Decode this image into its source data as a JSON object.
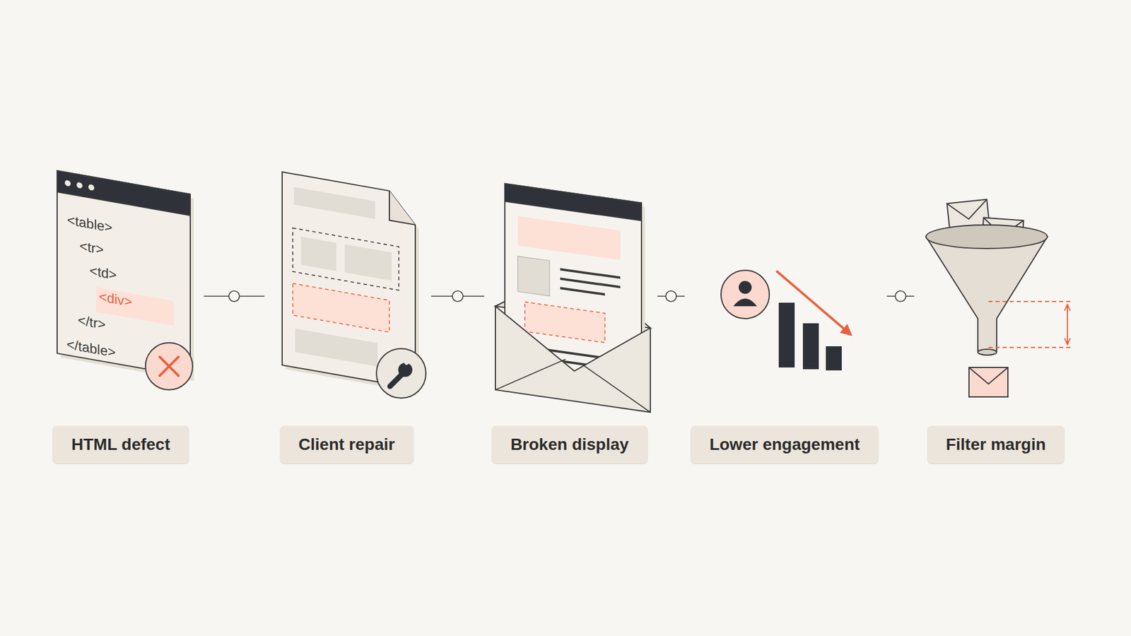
{
  "diagram": {
    "nodes": [
      {
        "text": [
          "HTML defect"
        ]
      },
      {
        "text": [
          "Client repair"
        ]
      },
      {
        "text": [
          "Broken display"
        ]
      },
      {
        "text": [
          "Lower engagement"
        ]
      },
      {
        "text": [
          "Filter margin"
        ]
      }
    ],
    "edges": [
      {
        "from": 0,
        "to": 1,
        "arrow": "none"
      },
      {
        "from": 1,
        "to": 2,
        "arrow": "none"
      },
      {
        "from": 2,
        "to": 3,
        "arrow": "none"
      },
      {
        "from": 3,
        "to": 4,
        "arrow": "none"
      }
    ],
    "labels": [
      "<table>",
      "<tr>",
      "<td>",
      "<div>",
      "</tr>",
      "</table>"
    ]
  }
}
